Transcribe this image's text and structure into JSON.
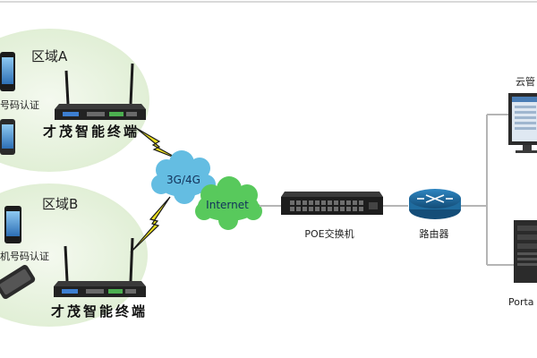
{
  "diagram": {
    "zone_a": {
      "title": "区域A",
      "auth_label": "号码认证",
      "terminal_label": "才茂智能终端"
    },
    "zone_b": {
      "title": "区域B",
      "auth_label": "机号码认证",
      "terminal_label": "才茂智能终端"
    },
    "cloud_3g": "3G/4G",
    "cloud_internet": "Internet",
    "poe_switch_label": "POE交换机",
    "router_label": "路由器",
    "cloud_mgmt_label": "云管",
    "portal_label": "Porta"
  },
  "colors": {
    "zone_bg": "#e6f2dd",
    "cloud_3g": "#64bde2",
    "cloud_internet": "#58c95c",
    "lightning": "#e8dc1e",
    "router": "#1f6c9f",
    "link_line": "#b5b5b5"
  }
}
